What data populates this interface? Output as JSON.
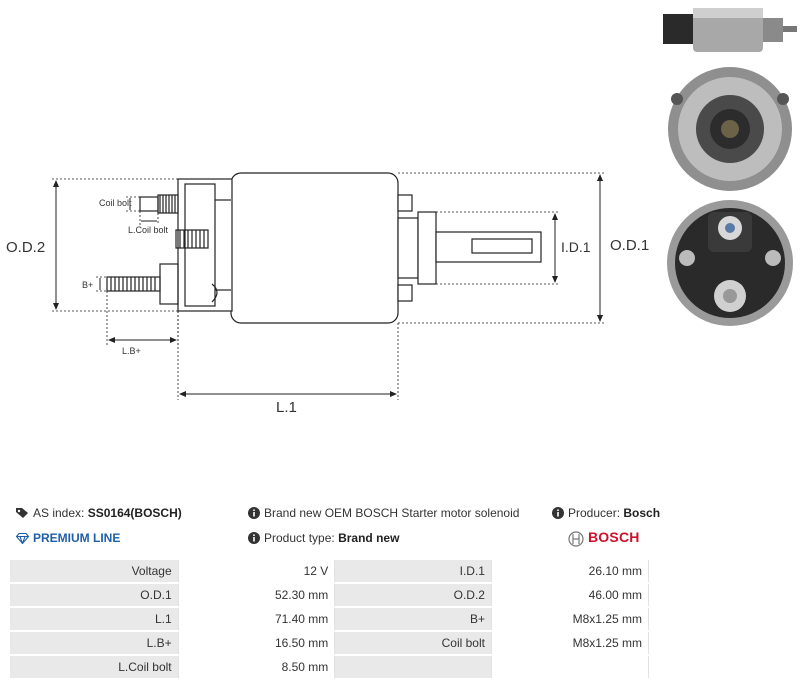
{
  "drawing": {
    "labels": {
      "od2": "O.D.2",
      "od1": "O.D.1",
      "id1": "I.D.1",
      "l1": "L.1",
      "coil_bolt": "Coil bolt",
      "l_coil_bolt": "L.Coil bolt",
      "b_plus": "B+",
      "l_b_plus": "L.B+"
    }
  },
  "info": {
    "as_index_label": "AS index:",
    "as_index_value": "SS0164(BOSCH)",
    "description": "Brand new OEM BOSCH Starter motor solenoid",
    "producer_label": "Producer:",
    "producer_value": "Bosch",
    "premium_line": "PREMIUM LINE",
    "product_type_label": "Product type:",
    "product_type_value": "Brand new",
    "brand_logo_text": "BOSCH"
  },
  "specs": [
    {
      "label1": "Voltage",
      "value1": "12 V",
      "label2": "I.D.1",
      "value2": "26.10 mm"
    },
    {
      "label1": "O.D.1",
      "value1": "52.30 mm",
      "label2": "O.D.2",
      "value2": "46.00 mm"
    },
    {
      "label1": "L.1",
      "value1": "71.40 mm",
      "label2": "B+",
      "value2": "M8x1.25 mm"
    },
    {
      "label1": "L.B+",
      "value1": "16.50 mm",
      "label2": "Coil bolt",
      "value2": "M8x1.25 mm"
    },
    {
      "label1": "L.Coil bolt",
      "value1": "8.50 mm",
      "label2": "",
      "value2": ""
    }
  ],
  "colors": {
    "accent_blue": "#1f5fa8",
    "bosch_red": "#d0102a",
    "table_label_bg": "#e9e9e9"
  }
}
